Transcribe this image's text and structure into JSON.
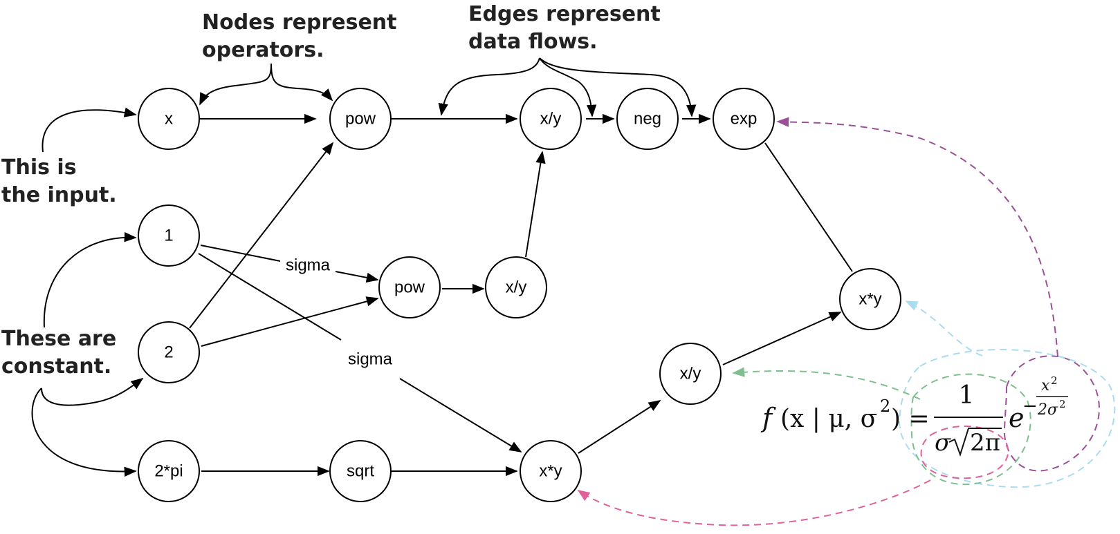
{
  "nodes": {
    "x_in": "x",
    "pow1": "pow",
    "div1": "x/y",
    "neg": "neg",
    "exp": "exp",
    "c1": "1",
    "pow2": "pow",
    "div2": "x/y",
    "c2": "2",
    "mul2": "x*y",
    "div3": "x/y",
    "c2pi": "2*pi",
    "sqrt": "sqrt",
    "mul1": "x*y"
  },
  "edge_labels": {
    "sigma_upper": "sigma",
    "sigma_lower": "sigma"
  },
  "annotations": {
    "nodes_line1": "Nodes represent",
    "nodes_line2": "operators.",
    "edges_line1": "Edges represent",
    "edges_line2": "data flows.",
    "input_line1": "This is",
    "input_line2": "the input.",
    "const_line1": "These are",
    "const_line2": "constant."
  },
  "formula": {
    "lhs_f": "f",
    "lhs_args": "(x | μ, σ",
    "lhs_exp": "2",
    "lhs_close": ") =",
    "numerator": "1",
    "denominator_sigma": "σ",
    "denominator_root": "2π",
    "base_e": "e",
    "exp_minus": "−",
    "exp_num": "x",
    "exp_num_sup": "2",
    "exp_den": "2σ",
    "exp_den_sup": "2"
  },
  "colors": {
    "purple": "#9b4f96",
    "light_blue": "#a9dcee",
    "green": "#7fbf8f",
    "pink": "#e0609a"
  }
}
